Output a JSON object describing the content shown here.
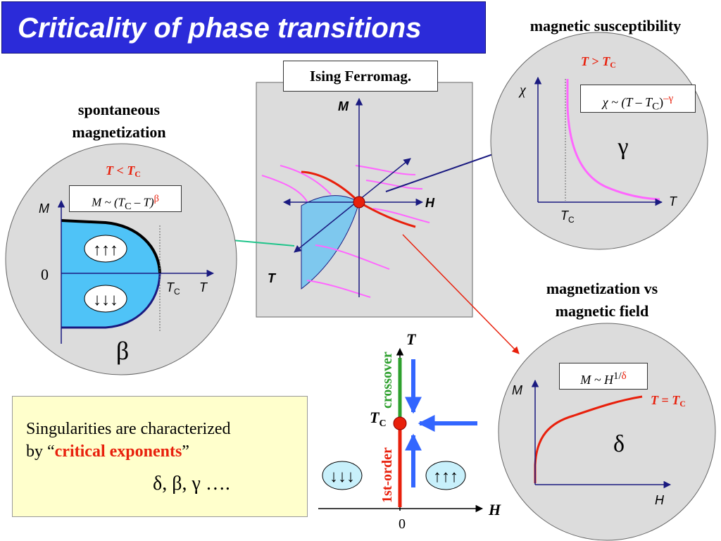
{
  "title": "Criticality of phase transitions",
  "center": {
    "label": "Ising Ferromag.",
    "axis_m": "M",
    "axis_h": "H",
    "axis_t": "T"
  },
  "left": {
    "heading_line1": "spontaneous",
    "heading_line2": "magnetization",
    "cond_t": "T",
    "cond_op": " < ",
    "cond_tc": "T",
    "cond_sub": "C",
    "formula_a": "M ~ (T",
    "formula_sub": "C",
    "formula_b": " – T)",
    "formula_exp": "β",
    "axis_m": "M",
    "zero": "0",
    "tc": "T",
    "tc_sub": "C",
    "axis_t": "T",
    "spin_up": "↑↑↑",
    "spin_down": "↓↓↓",
    "exponent": "β"
  },
  "top_right": {
    "heading": "magnetic susceptibility",
    "cond_t": "T",
    "cond_op": " > ",
    "cond_tc": "T",
    "cond_sub": "C",
    "formula_chi": "χ",
    "formula_a": " ~ (T – T",
    "formula_sub": "C",
    "formula_b": ")",
    "formula_exp": "–γ",
    "axis_chi": "χ",
    "axis_t": "T",
    "tc": "T",
    "tc_sub": "C",
    "exponent": "γ"
  },
  "bottom_right": {
    "heading_line1": "magnetization vs",
    "heading_line2": "magnetic field",
    "formula_a": "M ~ H",
    "formula_exp1": "1/",
    "formula_exp2": "δ",
    "cond_t": "T",
    "cond_op": " = ",
    "cond_tc": "T",
    "cond_sub": "C",
    "axis_m": "M",
    "axis_h": "H",
    "exponent": "δ"
  },
  "phase": {
    "axis_t": "T",
    "axis_h": "H",
    "zero": "0",
    "tc": "T",
    "tc_sub": "C",
    "crossover": "crossover",
    "first_order": "1st-order",
    "spin_down": "↓↓↓",
    "spin_up": "↑↑↑"
  },
  "note": {
    "line1": "Singularities are characterized",
    "line2_a": "by “",
    "line2_b": "critical exponents",
    "line2_c": "”",
    "line3": "δ, β, γ …."
  },
  "colors": {
    "title_bg": "#2b2bd9",
    "circle": "#dcdcdc",
    "accent_red": "#e8200c",
    "pink": "#ff66ff",
    "fill_blue": "#4fc3f7",
    "arrow_blue": "#3366ff",
    "navy": "#1a1a80",
    "green": "#2ea02e",
    "note_bg": "#ffffcc"
  }
}
